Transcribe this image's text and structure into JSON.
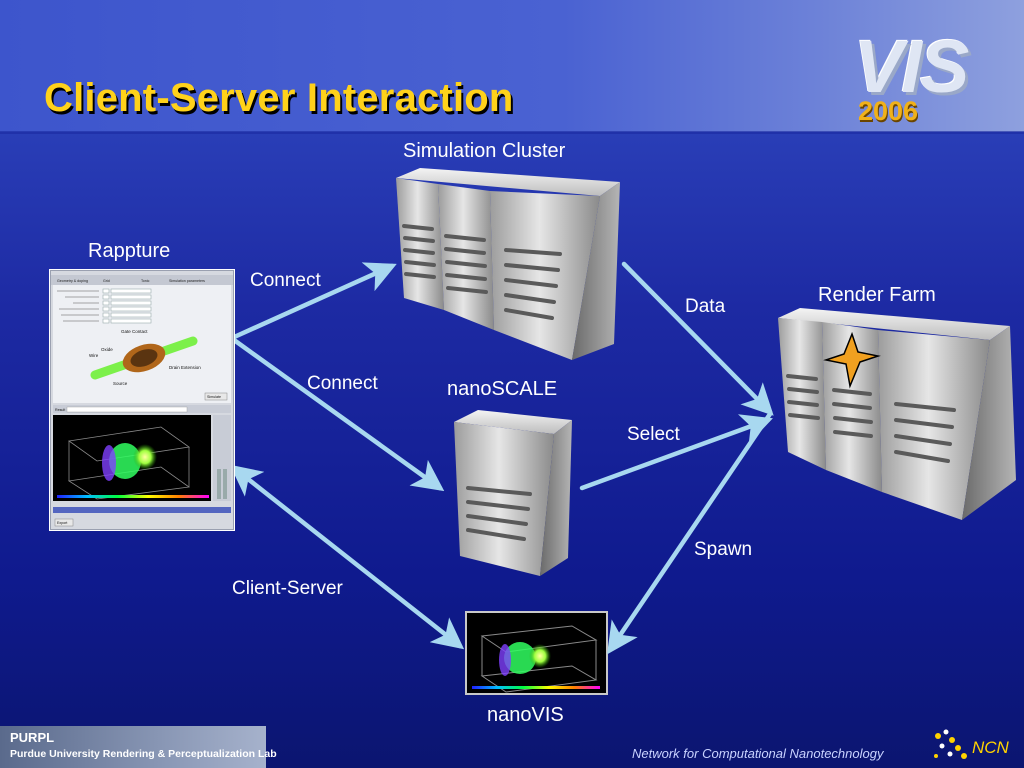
{
  "slide": {
    "title": "Client-Server Interaction",
    "logo": {
      "word": "VIS",
      "year": "2006"
    },
    "footer": {
      "org_short": "PURPL",
      "org_full": "Purdue University Rendering & Perceptualization Lab",
      "network": "Network for Computational Nanotechnology",
      "ncn": "NCN"
    }
  },
  "nodes": {
    "simulation_cluster": "Simulation Cluster",
    "rappture": "Rappture",
    "render_farm": "Render Farm",
    "nanoscale": "nanoSCALE",
    "nanovis": "nanoVIS"
  },
  "edges": {
    "connect_top": "Connect",
    "connect_mid": "Connect",
    "data": "Data",
    "select": "Select",
    "spawn": "Spawn",
    "client_server": "Client-Server"
  },
  "rappture_shot": {
    "tabs": [
      "Geometry & doping",
      "Grid",
      "Tonic",
      "Simulation parameters"
    ],
    "diagram_labels": [
      "Gate Contact",
      "Oxide",
      "Wire",
      "Drain Extension",
      "Source"
    ],
    "button": "Simulate",
    "result_label": "Result",
    "bottom_button": "Export"
  },
  "colors": {
    "title": "#ffd21a",
    "arrow": "#a8d8f0",
    "background": "#1d2aa3"
  }
}
